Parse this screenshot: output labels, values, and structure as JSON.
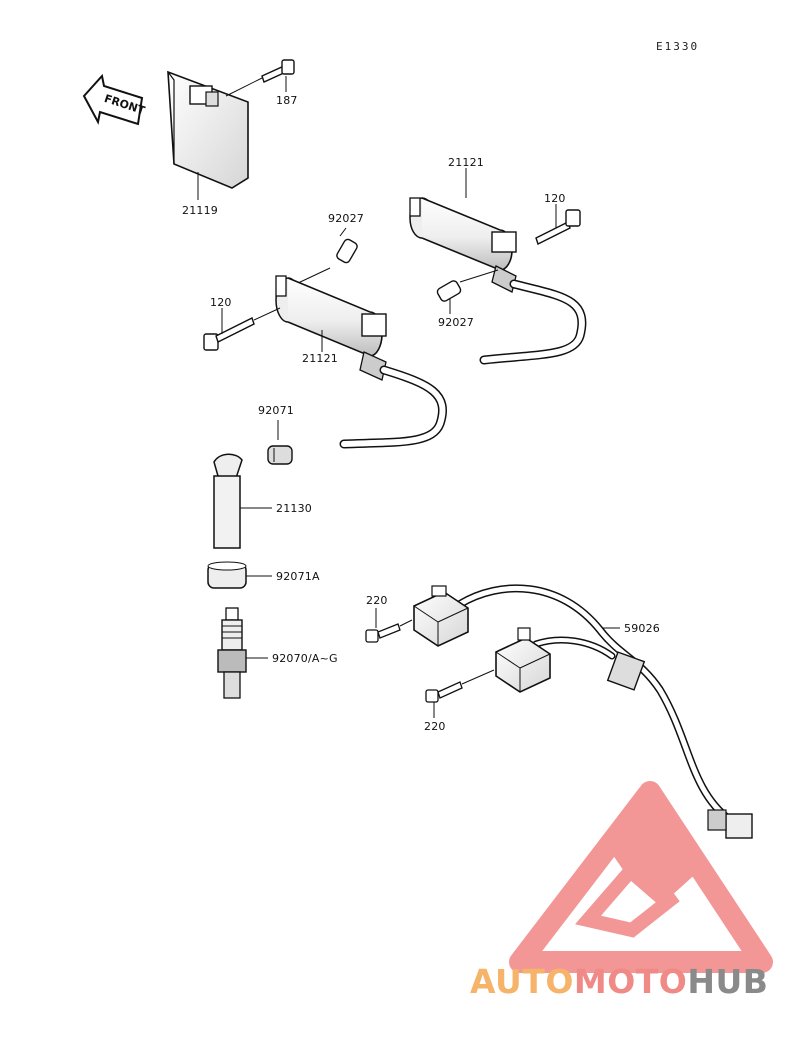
{
  "diagram": {
    "ref_code": "E1330",
    "front_label": "FRONT",
    "part_labels": {
      "p21119": "21119",
      "p187": "187",
      "p21121_top": "21121",
      "p120_right": "120",
      "p92027_top": "92027",
      "p92027_right": "92027",
      "p120_left": "120",
      "p21121_mid": "21121",
      "p92071": "92071",
      "p21130": "21130",
      "p92071A": "92071A",
      "p92070": "92070/A~G",
      "p220_top": "220",
      "p220_bottom": "220",
      "p59026": "59026"
    }
  },
  "watermark": {
    "part1": "AUTO",
    "part2": "MOTO",
    "part3": "HUB",
    "color1": "#f6b46a",
    "color2": "#f08a86",
    "color3": "#8a8a8a",
    "triangle_color": "#f07f7f"
  }
}
